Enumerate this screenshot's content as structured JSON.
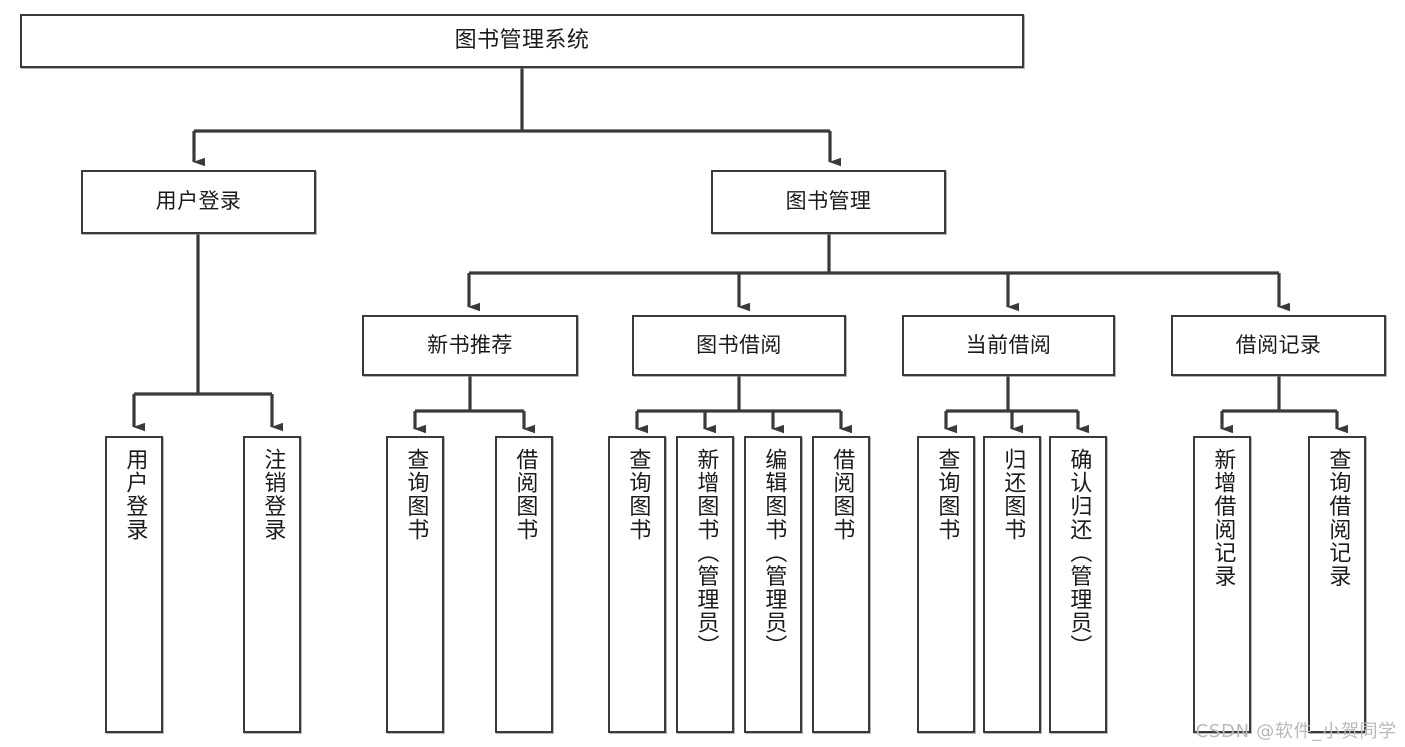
{
  "diagram": {
    "type": "tree",
    "title": "图书管理系统",
    "watermark": "CSDN @软件_小贺同学",
    "colors": {
      "background": "#ffffff",
      "box_border": "#3a3a3a",
      "box_fill": "#ffffff",
      "connector": "#3a3a3a",
      "text": "#1b1b1b",
      "watermark": "#b9b9b9"
    },
    "nodes": {
      "root": {
        "label": "图书管理系统",
        "orientation": "horizontal"
      },
      "level2": [
        {
          "label": "用户登录",
          "orientation": "horizontal"
        },
        {
          "label": "图书管理",
          "orientation": "horizontal"
        }
      ],
      "level3": [
        {
          "label": "新书推荐",
          "orientation": "horizontal"
        },
        {
          "label": "图书借阅",
          "orientation": "horizontal"
        },
        {
          "label": "当前借阅",
          "orientation": "horizontal"
        },
        {
          "label": "借阅记录",
          "orientation": "horizontal"
        }
      ],
      "leaves_user_login": [
        {
          "label": "用户登录",
          "orientation": "vertical"
        },
        {
          "label": "注销登录",
          "orientation": "vertical"
        }
      ],
      "leaves_new_book": [
        {
          "label": "查询图书",
          "orientation": "vertical"
        },
        {
          "label": "借阅图书",
          "orientation": "vertical"
        }
      ],
      "leaves_book_borrow": [
        {
          "label": "查询图书",
          "orientation": "vertical"
        },
        {
          "label": "新增图书（管理员）",
          "orientation": "vertical"
        },
        {
          "label": "编辑图书（管理员）",
          "orientation": "vertical"
        },
        {
          "label": "借阅图书",
          "orientation": "vertical"
        }
      ],
      "leaves_current_borrow": [
        {
          "label": "查询图书",
          "orientation": "vertical"
        },
        {
          "label": "归还图书",
          "orientation": "vertical"
        },
        {
          "label": "确认归还（管理员）",
          "orientation": "vertical"
        }
      ],
      "leaves_borrow_record": [
        {
          "label": "新增借阅记录",
          "orientation": "vertical"
        },
        {
          "label": "查询借阅记录",
          "orientation": "vertical"
        }
      ]
    }
  }
}
